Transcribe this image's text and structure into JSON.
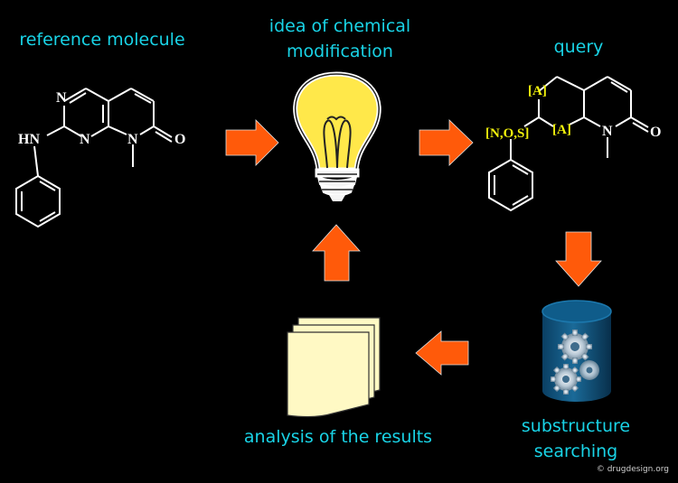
{
  "labels": {
    "reference": "reference molecule",
    "idea_line1": "idea of chemical",
    "idea_line2": "modification",
    "query": "query",
    "substructure_line1": "substructure",
    "substructure_line2": "searching",
    "analysis": "analysis of the results"
  },
  "reference_atoms": {
    "n1": "N",
    "n2": "N",
    "n3": "N",
    "hn": "HN",
    "o": "O"
  },
  "query_atoms": {
    "a1": "[A]",
    "a2": "[A]",
    "nos": "[N,O,S]",
    "n": "N",
    "o": "O"
  },
  "copyright": "© drugdesign.org",
  "colors": {
    "background": "#000000",
    "label": "#19d3e6",
    "arrow": "#ff5a0a",
    "query_atom": "#f2f20c",
    "bulb": "#ffe84a",
    "cylinder": "#0d4f78",
    "papers": "#fff9c4"
  }
}
